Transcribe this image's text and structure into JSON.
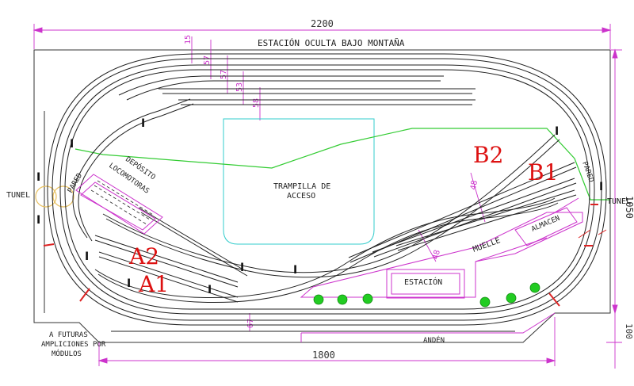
{
  "dimensions": {
    "total_width": "2200",
    "total_depth": "1050",
    "lower_width": "1800",
    "lower_depth": "100",
    "track_spacing": [
      "15",
      "57",
      "57",
      "53",
      "58"
    ],
    "siding_spacing_a": "48",
    "siding_spacing_b": "48",
    "bottom_gap": "67"
  },
  "labels": {
    "hidden_station": "ESTACIÓN OCULTA BAJO MONTAÑA",
    "trapdoor_line1": "TRAMPILLA DE",
    "trapdoor_line2": "ACCESO",
    "depot_line1": "DEPÓSITO",
    "depot_line2": "LOCOMOTORAS",
    "pared_left": "PARED",
    "pared_right": "PARED",
    "tunel_left": "TUNEL",
    "tunel_right": "TUNEL",
    "station": "ESTACIÓN",
    "muelle": "MUELLE",
    "almacen": "ALMACEN",
    "anden": "ANDÉN",
    "future_line1": "A FUTURAS",
    "future_line2": "AMPLICIONES POR",
    "future_line3": "MÓDULOS"
  },
  "markers": {
    "A1": "A1",
    "A2": "A2",
    "B1": "B1",
    "B2": "B2"
  },
  "colors": {
    "track": "#222222",
    "dimension": "#cc33cc",
    "trapdoor": "#33cccc",
    "ridge": "#33cc33",
    "marker": "#dd1111",
    "tunnel": "#e8c060",
    "tree": "#22cc22"
  }
}
